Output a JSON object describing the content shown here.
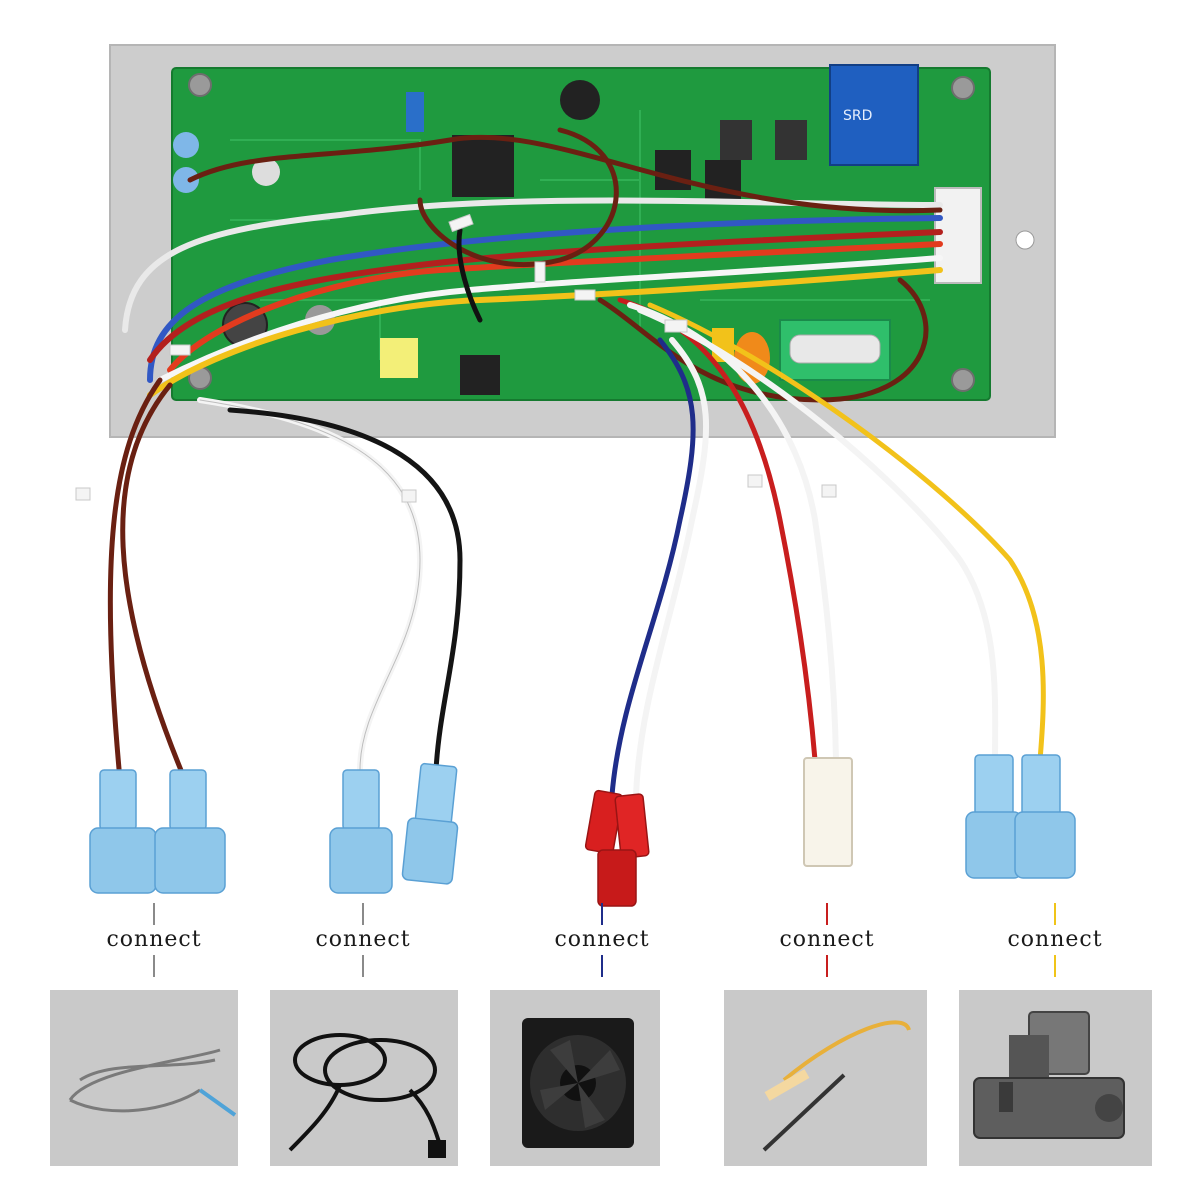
{
  "connections": [
    {
      "label": "connect",
      "wire_color": "#8a8a8a",
      "device_icon": "temperature-probe-cable"
    },
    {
      "label": "connect",
      "wire_color": "#8a8a8a",
      "device_icon": "power-cord"
    },
    {
      "label": "connect",
      "wire_color": "#1f2d8a",
      "device_icon": "cooling-fan"
    },
    {
      "label": "connect",
      "wire_color": "#c81e1e",
      "device_icon": "igniter-rod"
    },
    {
      "label": "connect",
      "wire_color": "#f0c419",
      "device_icon": "auger-motor"
    }
  ],
  "colors": {
    "pcb_green": "#1f9a3f",
    "mount_plate": "#c9c9c9",
    "relay_blue": "#1f5fc0",
    "terminal_blue": "#8fc7ea",
    "terminal_red": "#d81f1f"
  }
}
